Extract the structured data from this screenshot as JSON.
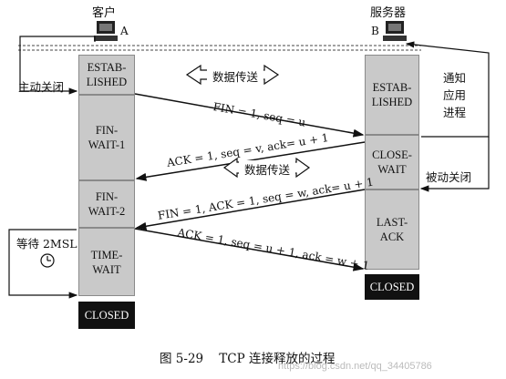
{
  "client_label": "客户",
  "server_label": "服务器",
  "host_a": "A",
  "host_b": "B",
  "client_states": [
    "ESTAB-LISHED",
    "FIN-WAIT-1",
    "FIN-WAIT-2",
    "TIME-WAIT"
  ],
  "server_states": [
    "ESTAB-LISHED",
    "CLOSE-WAIT",
    "LAST-ACK"
  ],
  "closed_label": "CLOSED",
  "client_active_close": "主动关闭",
  "server_notify": [
    "通知",
    "应用",
    "进程"
  ],
  "server_passive_close": "被动关闭",
  "wait_label": "等待 2MSL",
  "data_transfer_1": "数据传送",
  "data_transfer_2": "数据传送",
  "segments": [
    "FIN = 1, seq = u",
    "ACK = 1, seq = v, ack= u + 1",
    "FIN = 1, ACK = 1, seq = w, ack= u + 1",
    "ACK = 1, seq = u + 1, ack = w + 1"
  ],
  "caption": "图 5-29    TCP 连接释放的过程",
  "watermark": "https://blog.csdn.net/qq_34405786"
}
